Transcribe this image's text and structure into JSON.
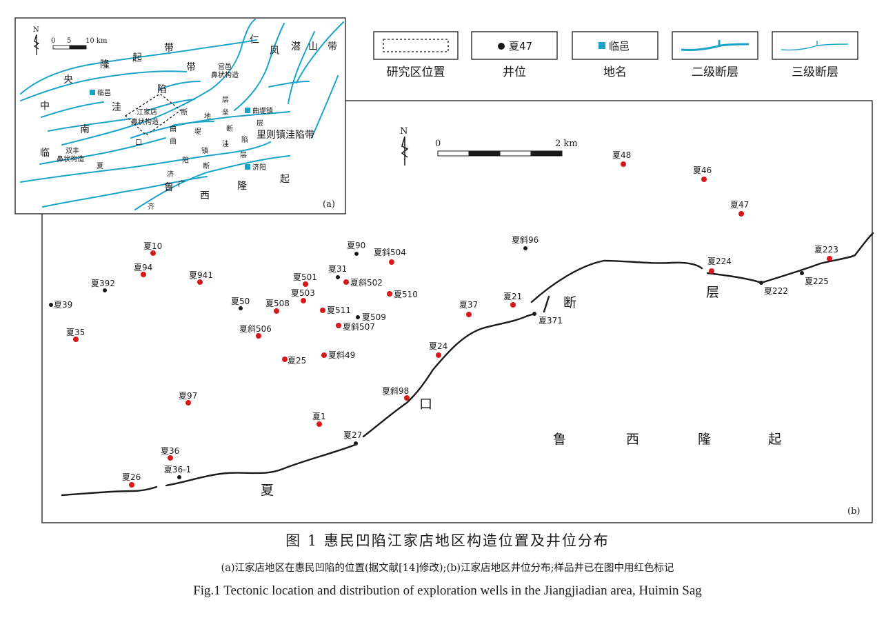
{
  "colors": {
    "sample_well": "#d7191c",
    "other_well": "#1a1a1a",
    "fault_secondary": "#1aa3c9",
    "fault_main": "#1a1a1a",
    "place": "#1aa3c9"
  },
  "legend": {
    "study_area": {
      "label": "研究区位置"
    },
    "well": {
      "label": "井位",
      "example": "夏47"
    },
    "place": {
      "label": "地名",
      "example": "临邑"
    },
    "fault_2": {
      "label": "二级断层"
    },
    "fault_3": {
      "label": "三级断层"
    }
  },
  "inset": {
    "panel_label": "(a)",
    "north": "N",
    "scale": {
      "ticks": [
        "0",
        "5",
        "10 km"
      ]
    },
    "places": [
      {
        "id": "linyi",
        "name": "临邑"
      },
      {
        "id": "qudizhen",
        "name": "曲堤镇"
      },
      {
        "id": "jiyang",
        "name": "济阳"
      }
    ],
    "labels": {
      "zhong": "中",
      "yang": "央",
      "long1": "隆",
      "qi1": "起",
      "dai1": "带",
      "nan": "南",
      "lin": "临",
      "wa": "洼",
      "xian": "陷",
      "dai2": "带",
      "ren": "仁",
      "feng": "凤",
      "qian": "潜",
      "shan": "山",
      "dai3": "带",
      "wengzi": "里则镇洼陷带",
      "xia": "夏",
      "kou": "口",
      "jiangjiadian": "江家店",
      "jiangjiadian2": "鼻状构造",
      "shuangfeng": "双丰",
      "shuangfeng2": "鼻状构造",
      "gaoyi": "宫邑",
      "gaoyi2": "鼻状构造",
      "lu": "鲁",
      "xi": "西",
      "long2": "隆",
      "qi2": "起",
      "qi3": "齐",
      "guang": "广",
      "c1": "断",
      "c2": "地",
      "c3": "垒",
      "c4": "堤",
      "c5": "断",
      "c6": "层",
      "c7": "曲",
      "c8": "曲",
      "c9": "镇",
      "c10": "洼",
      "c11": "陷",
      "c12": "阳",
      "c13": "断",
      "c14": "层",
      "c15": "层",
      "c16": "济"
    }
  },
  "main": {
    "panel_label": "(b)",
    "north": "N",
    "scale": {
      "ticks": [
        "0",
        "2 km"
      ]
    },
    "region_labels": {
      "duan": "断",
      "ceng": "层",
      "kou": "口",
      "xia": "夏",
      "lu": "鲁",
      "xi": "西",
      "long": "隆",
      "qi": "起"
    },
    "wells": [
      {
        "id": "w10",
        "name": "夏10",
        "sample": true
      },
      {
        "id": "w94",
        "name": "夏94",
        "sample": true
      },
      {
        "id": "w392",
        "name": "夏392",
        "sample": false
      },
      {
        "id": "w39",
        "name": "夏39",
        "sample": false
      },
      {
        "id": "w35",
        "name": "夏35",
        "sample": true
      },
      {
        "id": "w941",
        "name": "夏941",
        "sample": true
      },
      {
        "id": "w50",
        "name": "夏50",
        "sample": false
      },
      {
        "id": "w508",
        "name": "夏508",
        "sample": true
      },
      {
        "id": "w506",
        "name": "夏斜506",
        "sample": true
      },
      {
        "id": "w25",
        "name": "夏25",
        "sample": true
      },
      {
        "id": "w501",
        "name": "夏501",
        "sample": true
      },
      {
        "id": "w503",
        "name": "夏503",
        "sample": true
      },
      {
        "id": "w31",
        "name": "夏31",
        "sample": false
      },
      {
        "id": "w502",
        "name": "夏斜502",
        "sample": true
      },
      {
        "id": "w90",
        "name": "夏90",
        "sample": false
      },
      {
        "id": "w504",
        "name": "夏斜504",
        "sample": true
      },
      {
        "id": "w510",
        "name": "夏510",
        "sample": true
      },
      {
        "id": "w511",
        "name": "夏511",
        "sample": true
      },
      {
        "id": "w509",
        "name": "夏509",
        "sample": false
      },
      {
        "id": "w507",
        "name": "夏斜507",
        "sample": true
      },
      {
        "id": "w49",
        "name": "夏斜49",
        "sample": true
      },
      {
        "id": "w97",
        "name": "夏97",
        "sample": true
      },
      {
        "id": "w1",
        "name": "夏1",
        "sample": true
      },
      {
        "id": "w36",
        "name": "夏36",
        "sample": true
      },
      {
        "id": "w361",
        "name": "夏36-1",
        "sample": false
      },
      {
        "id": "w26",
        "name": "夏26",
        "sample": true
      },
      {
        "id": "w27",
        "name": "夏27",
        "sample": false
      },
      {
        "id": "w98",
        "name": "夏斜98",
        "sample": true
      },
      {
        "id": "w24",
        "name": "夏24",
        "sample": true
      },
      {
        "id": "w37",
        "name": "夏37",
        "sample": true
      },
      {
        "id": "w21",
        "name": "夏21",
        "sample": true
      },
      {
        "id": "w371",
        "name": "夏371",
        "sample": false
      },
      {
        "id": "w96",
        "name": "夏斜96",
        "sample": false
      },
      {
        "id": "w48",
        "name": "夏48",
        "sample": true
      },
      {
        "id": "w46",
        "name": "夏46",
        "sample": true
      },
      {
        "id": "w47",
        "name": "夏47",
        "sample": true
      },
      {
        "id": "w224",
        "name": "夏224",
        "sample": true
      },
      {
        "id": "w222",
        "name": "夏222",
        "sample": false
      },
      {
        "id": "w225",
        "name": "夏225",
        "sample": false
      },
      {
        "id": "w223",
        "name": "夏223",
        "sample": true
      }
    ]
  },
  "caption": {
    "title": "图 1 惠民凹陷江家店地区构造位置及井位分布",
    "subtitle": "(a)江家店地区在惠民凹陷的位置(据文献[14]修改);(b)江家店地区井位分布;样品井已在图中用红色标记",
    "english": "Fig.1 Tectonic location and distribution of exploration wells in the Jiangjiadian area, Huimin Sag"
  }
}
